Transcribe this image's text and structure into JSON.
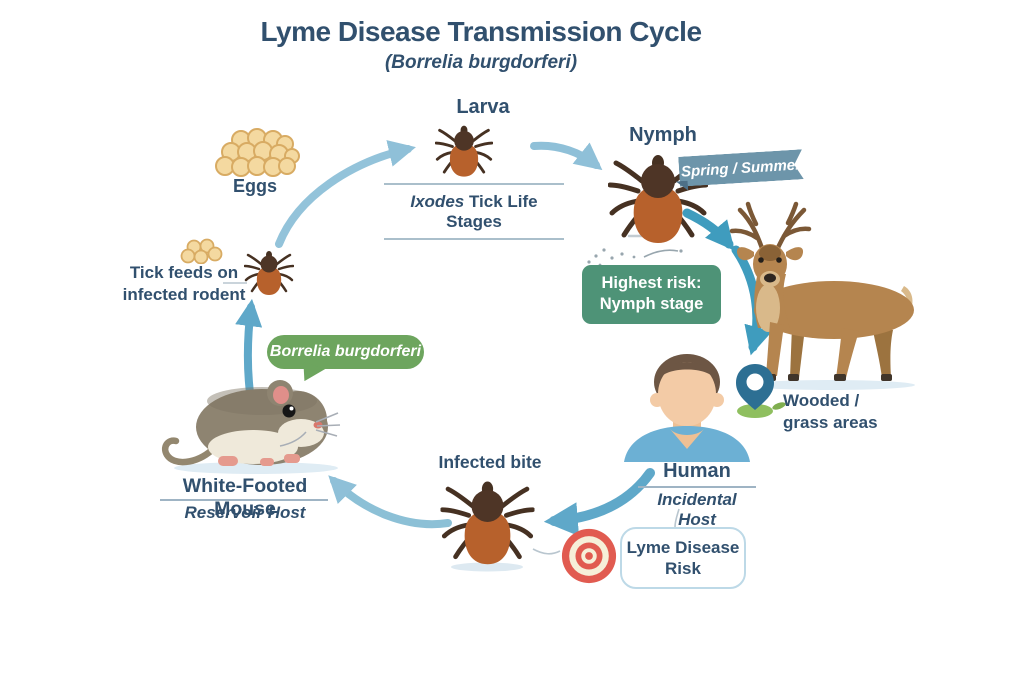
{
  "title": {
    "main": "Lyme Disease Transmission Cycle",
    "subtitle": "(Borrelia burgdorferi)"
  },
  "life_cycle": {
    "eggs_label": "Eggs",
    "larva_label": "Larva",
    "nymph_label": "Nymph",
    "stages_caption_italic": "Ixodes",
    "stages_caption_rest": " Tick Life Stages",
    "season_banner": "Spring / Summer"
  },
  "risk_highlight": {
    "line1": "Highest risk:",
    "line2": "Nymph stage"
  },
  "rodent_cycle": {
    "tick_feeds_line1": "Tick feeds on",
    "tick_feeds_line2": "infected rodent",
    "pathogen_bubble": "Borrelia burgdorferi",
    "mouse_name": "White-Footed Mouse",
    "mouse_role": "Reservoir Host"
  },
  "human_cycle": {
    "infected_bite_label": "Infected bite",
    "human_name": "Human",
    "human_role": "Incidental Host",
    "risk_callout_line1": "Lyme Disease",
    "risk_callout_line2": "Risk"
  },
  "habitat": {
    "line1": "Wooded /",
    "line2": "grass areas"
  },
  "icons": {
    "eggs": "eggs-cluster-icon",
    "small_eggs": "small-eggs-icon",
    "larva_tick": "larva-tick-icon",
    "nymph_tick": "nymph-tick-icon",
    "rodent_tick": "rodent-tick-icon",
    "adult_tick": "adult-tick-icon",
    "mouse": "white-footed-mouse-icon",
    "deer": "deer-icon",
    "human": "human-figure-icon",
    "location_pin": "location-pin-icon",
    "bullseye": "bullseye-target-icon"
  },
  "colors": {
    "text_dark": "#31506e",
    "arrow_light": "#8fc0d8",
    "arrow_mid": "#5fa8c9",
    "arrow_teal": "#3f9cbe",
    "banner_blue": "#6d95aa",
    "highlight_green": "#4e9377",
    "bubble_green": "#6da55e",
    "risk_red": "#e15b50",
    "callout_border": "#bdd9e7",
    "egg_tan": "#f4d9a0",
    "tick_orange": "#b7612c",
    "tick_dark": "#4e3526",
    "mouse_gray": "#8e8471",
    "deer_tan": "#b5854f",
    "human_shirt": "#6cb0d4",
    "pin_blue": "#2d6f93",
    "pin_base_green": "#8fbf5f"
  }
}
